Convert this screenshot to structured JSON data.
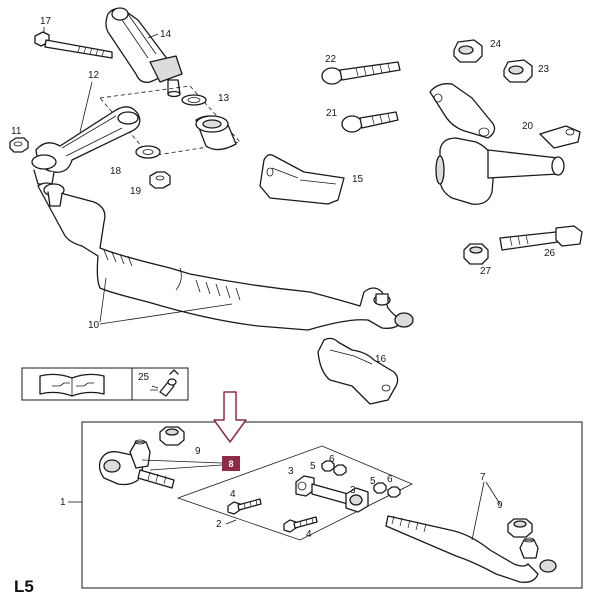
{
  "page_label": "L5",
  "highlight": {
    "number": "8",
    "color": "#8e2c48",
    "arrow_color": "#8e2c48"
  },
  "upper_callouts": {
    "c17": "17",
    "c14": "14",
    "c12": "12",
    "c13": "13",
    "c11": "11",
    "c18": "18",
    "c19": "19",
    "c10": "10",
    "c22": "22",
    "c24": "24",
    "c23": "23",
    "c21": "21",
    "c20": "20",
    "c15": "15",
    "c27": "27",
    "c26": "26",
    "c16": "16",
    "c25": "25"
  },
  "lower_callouts": {
    "c1": "1",
    "c9a": "9",
    "c2": "2",
    "c4a": "4",
    "c4b": "4",
    "c3a": "3",
    "c5a": "5",
    "c6a": "6",
    "c3b": "3",
    "c5b": "5",
    "c6b": "6",
    "c7": "7",
    "c9b": "9"
  },
  "colors": {
    "line": "#1a1a1a",
    "shade": "#dcdcdc",
    "background": "#ffffff"
  }
}
